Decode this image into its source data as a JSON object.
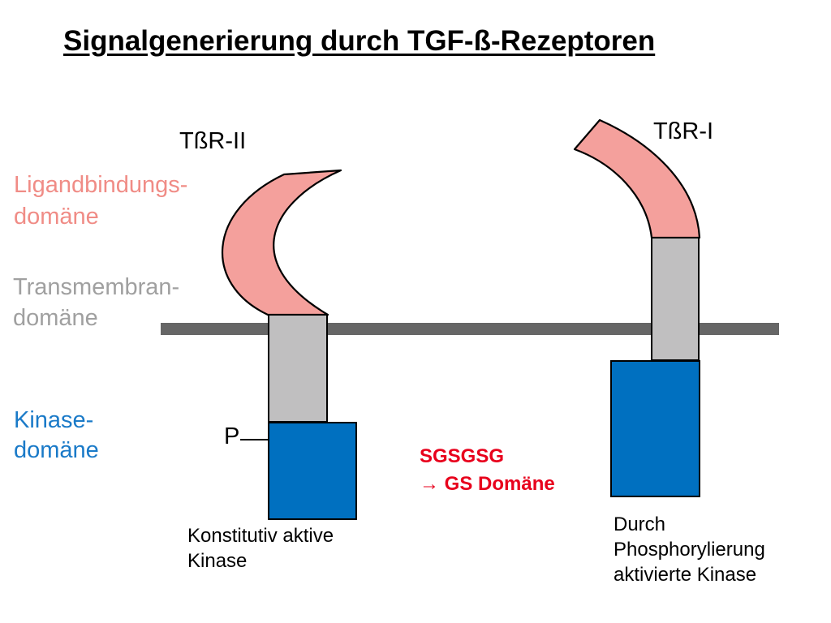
{
  "title": "Signalgenerierung durch TGF-ß-Rezeptoren",
  "receptors": {
    "type2": {
      "name": "TßR-II",
      "phospho_label": "P",
      "caption_line1": "Konstitutiv aktive",
      "caption_line2": "Kinase"
    },
    "type1": {
      "name": "TßR-I",
      "caption_line1": "Durch",
      "caption_line2": "Phosphorylierung",
      "caption_line3": "aktivierte Kinase"
    }
  },
  "legend": {
    "ligand_line1": "Ligandbindungs-",
    "ligand_line2": "domäne",
    "transmembrane_line1": "Transmembran-",
    "transmembrane_line2": "domäne",
    "kinase_line1": "Kinase-",
    "kinase_line2": "domäne"
  },
  "gs_domain": {
    "line1": "SGSGSG",
    "line2": "→ GS Domäne"
  },
  "colors": {
    "ligand_domain": "#f4a09c",
    "transmembrane_domain": "#c0bfc0",
    "kinase_domain": "#0070c0",
    "membrane": "#666666",
    "legend_ligand_text": "#f08c86",
    "legend_transmembrane_text": "#a0a0a0",
    "legend_kinase_text": "#1a7ac8",
    "gs_text": "#e8001c"
  }
}
